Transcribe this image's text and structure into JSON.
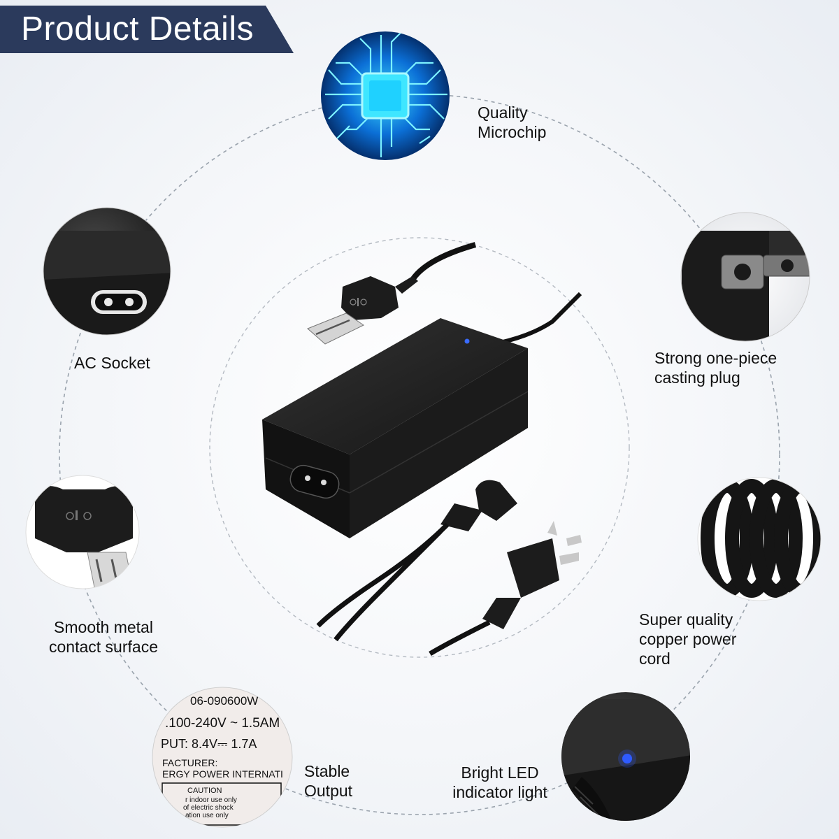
{
  "banner": {
    "title": "Product Details"
  },
  "features": {
    "microchip": "Quality\nMicrochip",
    "ac_socket": "AC Socket",
    "casting_plug": "Strong one-piece\ncasting plug",
    "metal_contact": "Smooth metal\ncontact surface",
    "power_cord": "Super quality\ncopper power\ncord",
    "stable_output": "Stable\nOutput",
    "led_light": "Bright LED\nindicator light"
  },
  "label_sticker": {
    "line1": "06-090600W",
    "line2": ".100-240V ~ 1.5AM",
    "line3": "PUT: 8.4V⎓ 1.7A",
    "line4": "FACTURER:",
    "line5": "ERGY  POWER  INTERNATI",
    "line6": "CAUTION",
    "line7": "r indoor use only",
    "line8": "of electric shock",
    "line9": "ation use only"
  },
  "colors": {
    "banner": "#2b3a5c",
    "led_blue": "#2f5bff",
    "chip_cyan": "#1fc3ff",
    "adapter_black": "#1c1c1c"
  }
}
